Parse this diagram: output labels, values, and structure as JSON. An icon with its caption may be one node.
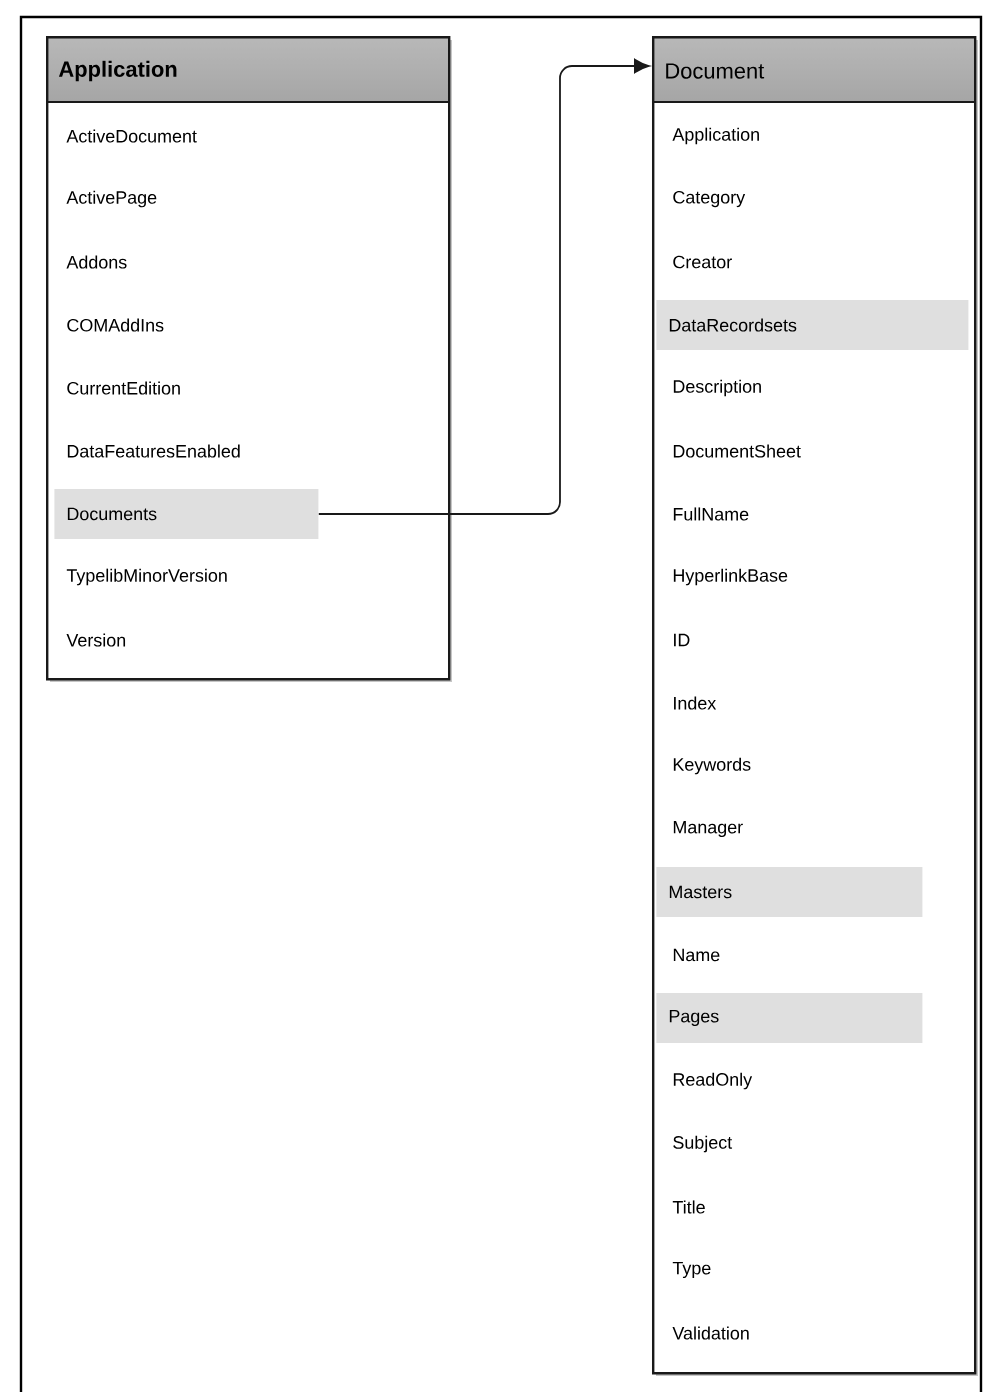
{
  "diagram": {
    "nodes": [
      {
        "text": [
          "Application"
        ]
      },
      {
        "text": [
          "ActiveDocument"
        ],
        "in": 0
      },
      {
        "text": [
          "ActivePage"
        ],
        "in": 0
      },
      {
        "text": [
          "Addons"
        ],
        "in": 0
      },
      {
        "text": [
          "COMAddIns"
        ],
        "in": 0
      },
      {
        "text": [
          "CurrentEdition"
        ],
        "in": 0
      },
      {
        "text": [
          "DataFeaturesEnabled"
        ],
        "in": 0
      },
      {
        "text": [
          "Documents"
        ],
        "in": 0
      },
      {
        "text": [
          "TypelibMinorVersion"
        ],
        "in": 0
      },
      {
        "text": [
          "Version"
        ],
        "in": 0
      },
      {
        "text": [
          "Document"
        ]
      },
      {
        "text": [
          "Application"
        ],
        "in": 10
      },
      {
        "text": [
          "Category"
        ],
        "in": 10
      },
      {
        "text": [
          "Creator"
        ],
        "in": 10
      },
      {
        "text": [
          "DataRecordsets"
        ],
        "in": 10
      },
      {
        "text": [
          "Description"
        ],
        "in": 10
      },
      {
        "text": [
          "DocumentSheet"
        ],
        "in": 10
      },
      {
        "text": [
          "FullName"
        ],
        "in": 10
      },
      {
        "text": [
          "HyperlinkBase"
        ],
        "in": 10
      },
      {
        "text": [
          "ID"
        ],
        "in": 10
      },
      {
        "text": [
          "Index"
        ],
        "in": 10
      },
      {
        "text": [
          "Keywords"
        ],
        "in": 10
      },
      {
        "text": [
          "Manager"
        ],
        "in": 10
      },
      {
        "text": [
          "Masters"
        ],
        "in": 10
      },
      {
        "text": [
          "Name"
        ],
        "in": 10
      },
      {
        "text": [
          "Pages"
        ],
        "in": 10
      },
      {
        "text": [
          "ReadOnly"
        ],
        "in": 10
      },
      {
        "text": [
          "Subject"
        ],
        "in": 10
      },
      {
        "text": [
          "Title"
        ],
        "in": 10
      },
      {
        "text": [
          "Type"
        ],
        "in": 10
      },
      {
        "text": [
          "Validation"
        ],
        "in": 10
      }
    ],
    "edges": [
      {
        "from": 7,
        "to": 10,
        "arrow": "to"
      }
    ]
  }
}
